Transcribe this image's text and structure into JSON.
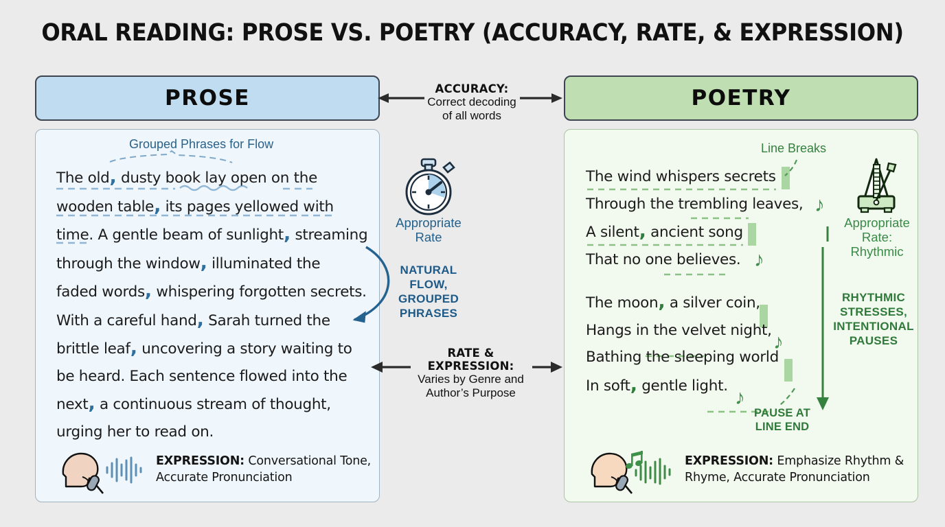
{
  "title": "ORAL READING: PROSE VS. POETRY (ACCURACY, RATE, & EXPRESSION)",
  "colors": {
    "background": "#ebebeb",
    "prose_header_bg": "#bfdcf0",
    "poetry_header_bg": "#bfdfb3",
    "prose_panel_bg": "#eff6fc",
    "poetry_panel_bg": "#f2f9ee",
    "prose_accent": "#2a6189",
    "poetry_accent": "#35813f",
    "border": "#3d4450"
  },
  "prose": {
    "header": "PROSE",
    "annotation_label": "Grouped Phrases for Flow",
    "body_lines": [
      "The old, dusty book lay open on the",
      "wooden table, its pages yellowed with",
      "time. A gentle beam of sunlight, streaming",
      "through the window, illuminated the",
      "faded words, whispering forgotten secrets.",
      "With a careful hand, Sarah turned the",
      "brittle leaf, uncovering a story waiting to",
      "be heard. Each sentence flowed into the",
      "next, a continuous stream of thought,",
      "urging her to read on."
    ],
    "expression": {
      "label": "EXPRESSION:",
      "value_line1": "Conversational Tone,",
      "value_line2": "Accurate Pronunciation",
      "icon": "speaking-head-microphone-icon"
    }
  },
  "poetry": {
    "header": "POETRY",
    "annotation_label": "Line Breaks",
    "pause_label_line1": "PAUSE AT",
    "pause_label_line2": "LINE END",
    "stanza1": [
      "The wind whispers secrets",
      "Through the trembling leaves,",
      "A silent, ancient song",
      "That no one believes."
    ],
    "stanza2": [
      "The moon, a silver coin,",
      "Hangs in the velvet night,",
      "Bathing the sleeping world",
      "In soft, gentle light."
    ],
    "expression": {
      "label": "EXPRESSION:",
      "value_line1": "Emphasize Rhythm &",
      "value_line2": "Rhyme, Accurate Pronunciation",
      "icon": "speaking-head-microphone-music-icon"
    }
  },
  "center": {
    "accuracy": {
      "heading": "ACCURACY:",
      "line1": "Correct decoding",
      "line2": "of all words"
    },
    "rate_icon_caption_line1": "Appropriate",
    "rate_icon_caption_line2": "Rate",
    "rate_icon": "stopwatch-icon",
    "prose_flow_note": [
      "NATURAL",
      "FLOW,",
      "GROUPED",
      "PHRASES"
    ],
    "rate_expression": {
      "heading": "RATE & EXPRESSION:",
      "line1": "Varies by Genre and",
      "line2": "Author’s Purpose"
    }
  },
  "right_annotations": {
    "metronome_icon": "metronome-icon",
    "rate_caption_line1": "Appropriate",
    "rate_caption_line2": "Rate:",
    "rate_caption_line3": "Rhythmic",
    "rhythm_note": [
      "RHYTHMIC",
      "STRESSES,",
      "INTENTIONAL",
      "PAUSES"
    ]
  }
}
